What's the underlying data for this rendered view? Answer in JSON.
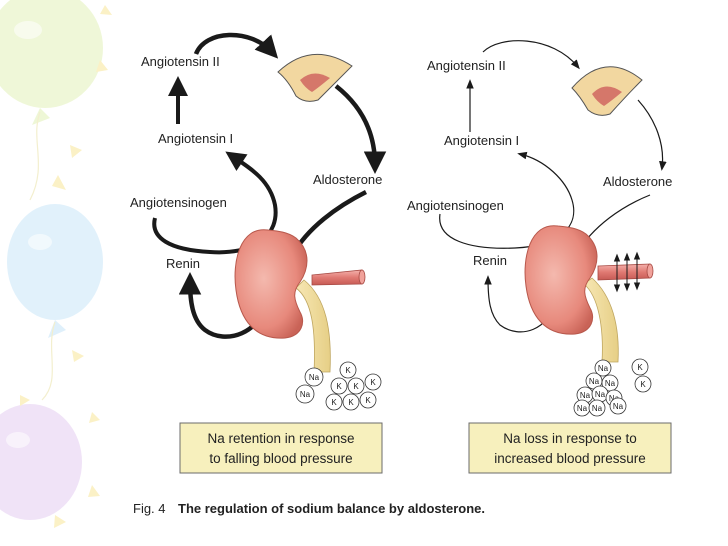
{
  "panels": [
    {
      "labels": {
        "angiotensin_ii": "Angiotensin II",
        "angiotensin_i": "Angiotensin I",
        "angiotensinogen": "Angiotensinogen",
        "renin": "Renin",
        "aldosterone": "Aldosterone"
      },
      "ions": [
        "Na",
        "Na",
        "K",
        "K",
        "K",
        "K",
        "K",
        "K",
        "K"
      ],
      "box_lines": [
        "Na retention in response",
        "to falling blood pressure"
      ]
    },
    {
      "labels": {
        "angiotensin_ii": "Angiotensin II",
        "angiotensin_i": "Angiotensin I",
        "angiotensinogen": "Angiotensinogen",
        "renin": "Renin",
        "aldosterone": "Aldosterone"
      },
      "ions": [
        "Na",
        "Na",
        "Na",
        "Na",
        "Na",
        "Na",
        "Na",
        "Na",
        "Na",
        "K",
        "K"
      ],
      "box_lines": [
        "Na loss in response to",
        "increased blood pressure"
      ]
    }
  ],
  "caption": {
    "prefix": "Fig. 4",
    "text": "The regulation of sodium balance by aldosterone."
  }
}
